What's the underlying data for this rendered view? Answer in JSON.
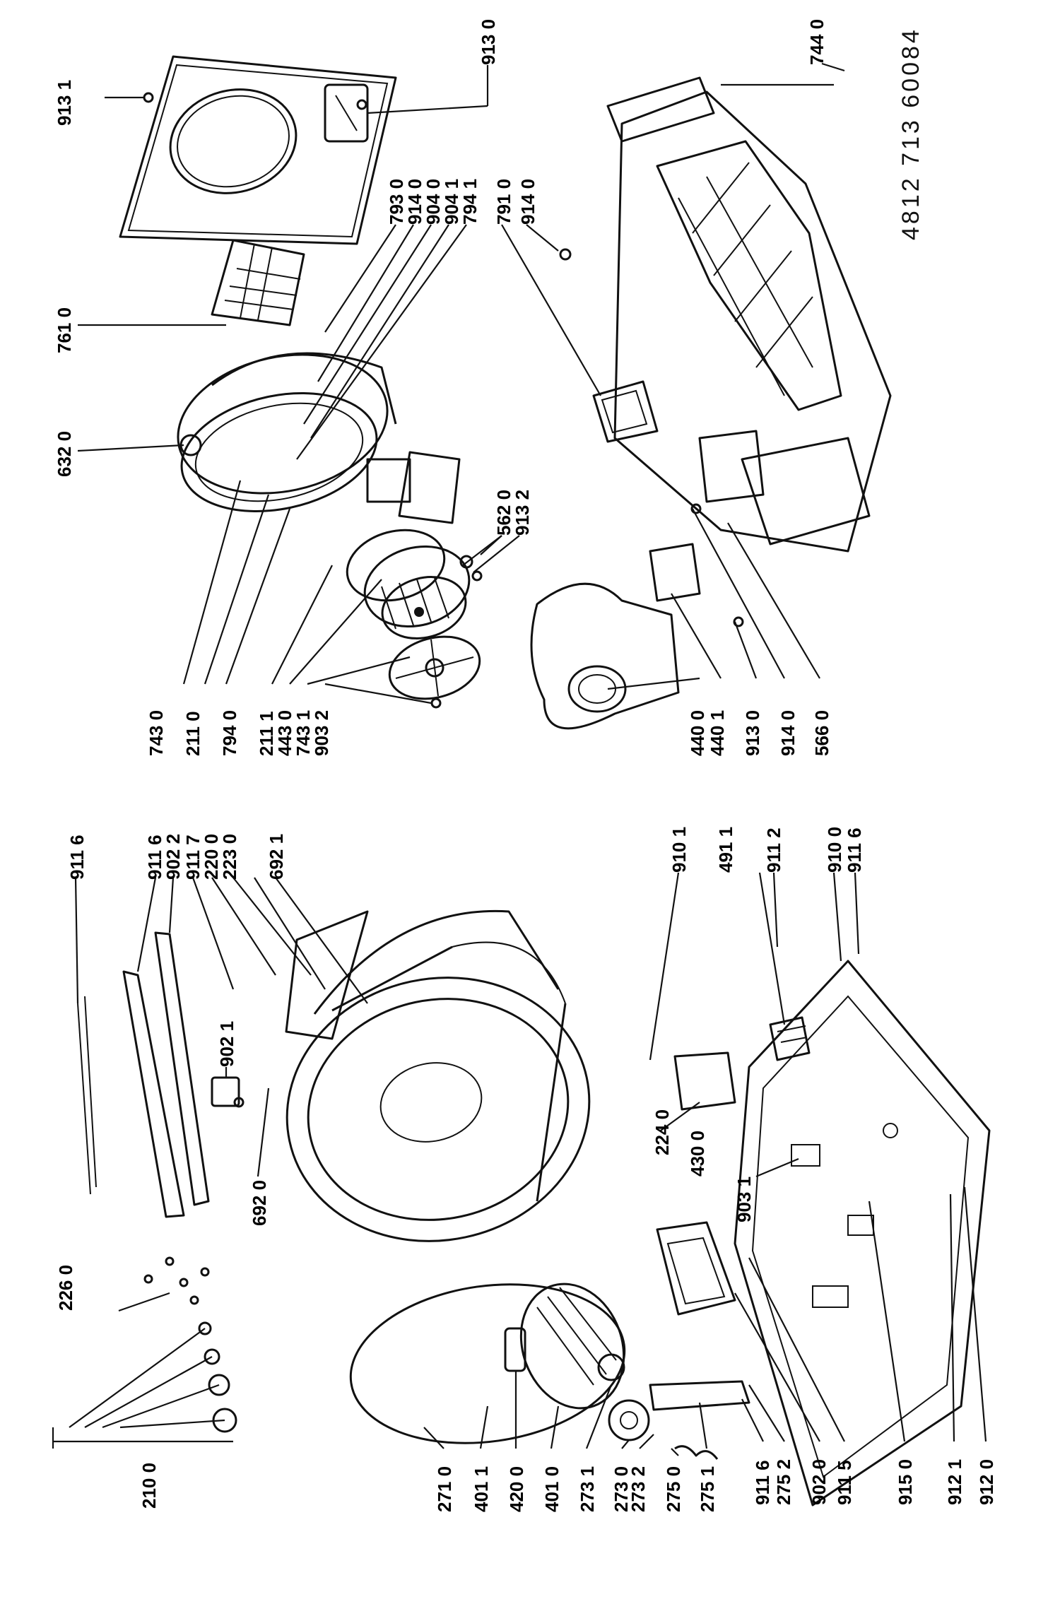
{
  "drawing_code": "4812 713 60084",
  "labels": {
    "l913_1": "913 1",
    "l913_0a": "913 0",
    "l744_0": "744 0",
    "l761_0": "761 0",
    "l632_0": "632 0",
    "l793_0": "793 0",
    "l914_0a": "914 0",
    "l904_0": "904 0",
    "l904_1": "904 1",
    "l794_1": "794 1",
    "l791_0": "791 0",
    "l914_0b": "914 0",
    "l562_0": "562 0",
    "l913_2": "913 2",
    "l743_0": "743 0",
    "l211_0": "211 0",
    "l794_0": "794 0",
    "l211_1": "211 1",
    "l443_0": "443 0",
    "l743_1": "743 1",
    "l903_2": "903 2",
    "l440_0": "440 0",
    "l440_1": "440 1",
    "l913_0b": "913 0",
    "l914_0c": "914 0",
    "l566_0": "566 0",
    "l911_6a": "911 6",
    "l911_6b": "911 6",
    "l902_2": "902 2",
    "l911_7": "911 7",
    "l220_0": "220 0",
    "l223_0": "223 0",
    "l692_1": "692 1",
    "l902_1": "902 1",
    "l910_1": "910 1",
    "l491_1": "491 1",
    "l911_2": "911 2",
    "l910_0": "910 0",
    "l911_6c": "911 6",
    "l226_0": "226 0",
    "l692_0": "692 0",
    "l224_0": "224 0",
    "l430_0": "430 0",
    "l903_1": "903 1",
    "l210_0": "210 0",
    "l271_0": "271 0",
    "l401_1": "401 1",
    "l420_0": "420 0",
    "l401_0": "401 0",
    "l273_1": "273 1",
    "l273_0": "273 0",
    "l273_2": "273 2",
    "l275_0": "275 0",
    "l275_1": "275 1",
    "l911_6d": "911 6",
    "l275_2": "275 2",
    "l902_0": "902 0",
    "l911_5": "911 5",
    "l915_0": "915 0",
    "l912_1": "912 1",
    "l912_0": "912 0"
  }
}
